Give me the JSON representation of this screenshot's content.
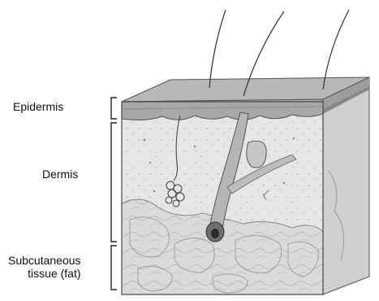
{
  "labels": {
    "epidermis": "Epidermis",
    "dermis": "Dermis",
    "subcutaneous_line1": "Subcutaneous",
    "subcutaneous_line2": "tissue (fat)"
  },
  "colors": {
    "epidermis": "#aaaaaa",
    "dermis": "#e2e2e2",
    "fat": "#d9d9d9",
    "right_face": "#cfcfcf",
    "outline": "#444444"
  }
}
